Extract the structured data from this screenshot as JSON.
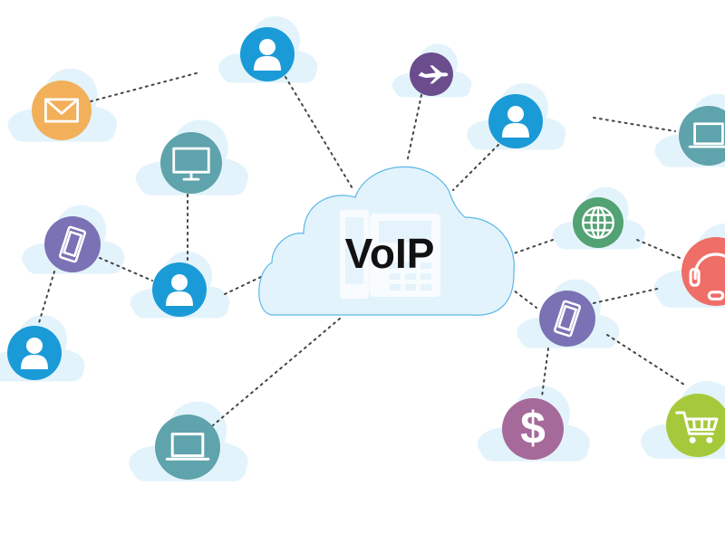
{
  "center": {
    "title": "VoIP",
    "icon": "desk-phone-icon",
    "fill": "#E3F3FC",
    "stroke": "#5BB8E6"
  },
  "colors": {
    "line": "#444444",
    "bg_cloud": "#E3F3FB"
  },
  "nodes": [
    {
      "id": "mail",
      "icon": "envelope-icon",
      "color": "#F2B05A"
    },
    {
      "id": "user-top",
      "icon": "user-icon",
      "color": "#1A9BD7"
    },
    {
      "id": "plane",
      "icon": "airplane-icon",
      "color": "#6B4D8E"
    },
    {
      "id": "user-right",
      "icon": "user-icon",
      "color": "#1A9BD7"
    },
    {
      "id": "laptop-right",
      "icon": "laptop-icon",
      "color": "#5FA3AC"
    },
    {
      "id": "monitor",
      "icon": "monitor-icon",
      "color": "#5FA3AC"
    },
    {
      "id": "phone-left",
      "icon": "smartphone-icon",
      "color": "#7B72B5"
    },
    {
      "id": "user-mid",
      "icon": "user-icon",
      "color": "#1A9BD7"
    },
    {
      "id": "user-left",
      "icon": "user-icon",
      "color": "#1A9BD7"
    },
    {
      "id": "laptop-bottom",
      "icon": "laptop-icon",
      "color": "#5FA3AC"
    },
    {
      "id": "globe",
      "icon": "globe-icon",
      "color": "#52A273"
    },
    {
      "id": "headset",
      "icon": "headset-icon",
      "color": "#EF6E67"
    },
    {
      "id": "tablet",
      "icon": "smartphone-icon",
      "color": "#7B72B5"
    },
    {
      "id": "dollar",
      "icon": "dollar-icon",
      "color": "#A56A9A"
    },
    {
      "id": "cart",
      "icon": "shopping-cart-icon",
      "color": "#A6C93C"
    }
  ]
}
